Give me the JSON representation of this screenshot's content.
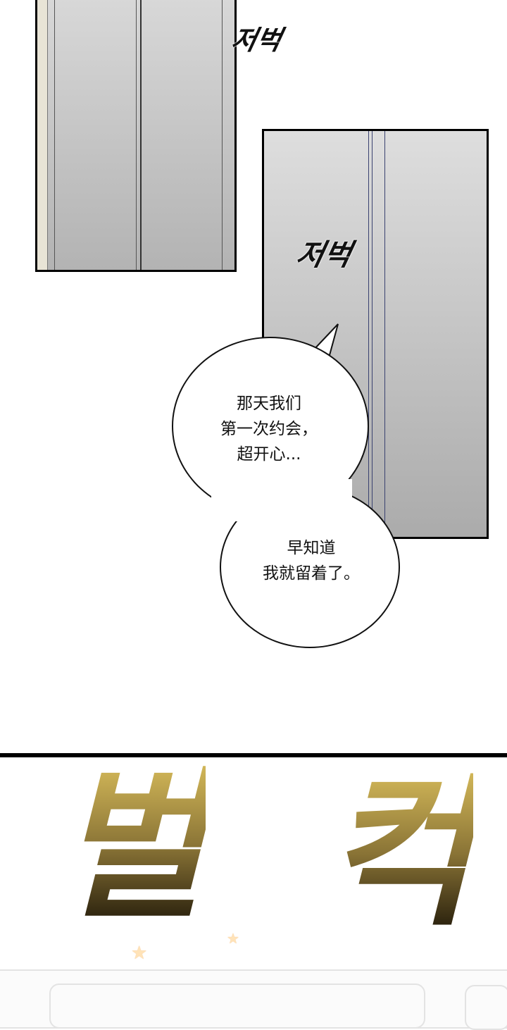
{
  "comic": {
    "panel_top": {
      "sfx_1": "저벅",
      "sfx_2": "저벅",
      "bubble_1": {
        "lines": [
          "那天我们",
          "第一次约会，",
          "超开心..."
        ]
      },
      "bubble_2": {
        "lines": [
          "早知道",
          "我就留着了。"
        ]
      }
    },
    "panel_bottom": {
      "sfx_big_1": "벌",
      "sfx_big_2": "컥"
    }
  },
  "colors": {
    "door_gray_top": "#d8d8d8",
    "door_gray_bottom": "#b3b3b3",
    "sfx_gold": "#c9ae52",
    "sfx_dark": "#221a0a",
    "star_fill": "#ffe3b8",
    "star_outline": "#f1a85a"
  }
}
